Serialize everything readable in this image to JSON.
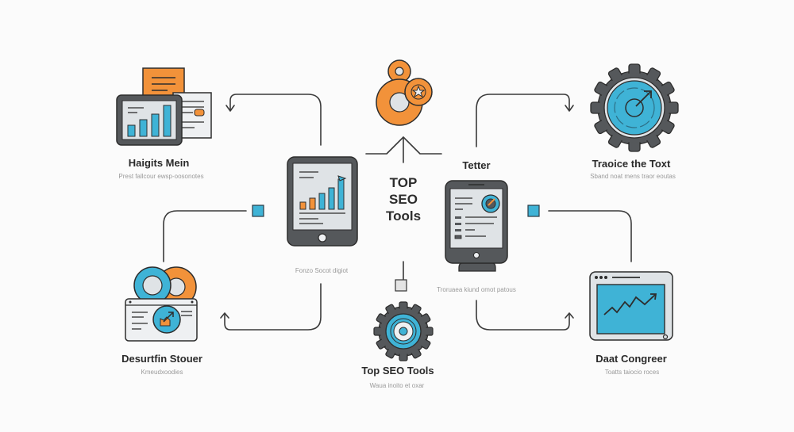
{
  "diagram": {
    "center_title_lines": [
      "TOP",
      "SEO",
      "Tools"
    ],
    "colors": {
      "orange": "#f2923a",
      "blue": "#3fb3d6",
      "dark_gray": "#55585b",
      "light_gray": "#dfe3e6",
      "line": "#3a3a3a",
      "background": "#fbfbfb"
    },
    "nodes": [
      {
        "id": "top-left",
        "icon": "tablet-bar-chart-documents-icon",
        "title": "Haigits Mein",
        "subtitle": "Prest fallcour ewsp-oosonotes"
      },
      {
        "id": "center-left",
        "icon": "tablet-growth-chart-icon",
        "title": "",
        "subtitle": "Fonzo Socot digiot"
      },
      {
        "id": "top-center",
        "icon": "orange-gears-icon",
        "title": "",
        "subtitle": ""
      },
      {
        "id": "center-right",
        "icon": "tablet-checklist-icon",
        "title": "Tetter",
        "subtitle": "Troruaea kiund omot patous"
      },
      {
        "id": "top-right",
        "icon": "gear-target-icon",
        "title": "Traoice the Toxt",
        "subtitle": "Sband noat mens traor eoutas"
      },
      {
        "id": "bottom-left",
        "icon": "browser-discs-icon",
        "title": "Desurtfin Stouer",
        "subtitle": "Kmeudxoodies"
      },
      {
        "id": "bottom-center",
        "icon": "gear-cycle-icon",
        "title": "Top SEO Tools",
        "subtitle": "Waua inoito et oxar"
      },
      {
        "id": "bottom-right",
        "icon": "browser-trend-chart-icon",
        "title": "Daat Congreer",
        "subtitle": "Toatts taiocio roces"
      }
    ]
  }
}
